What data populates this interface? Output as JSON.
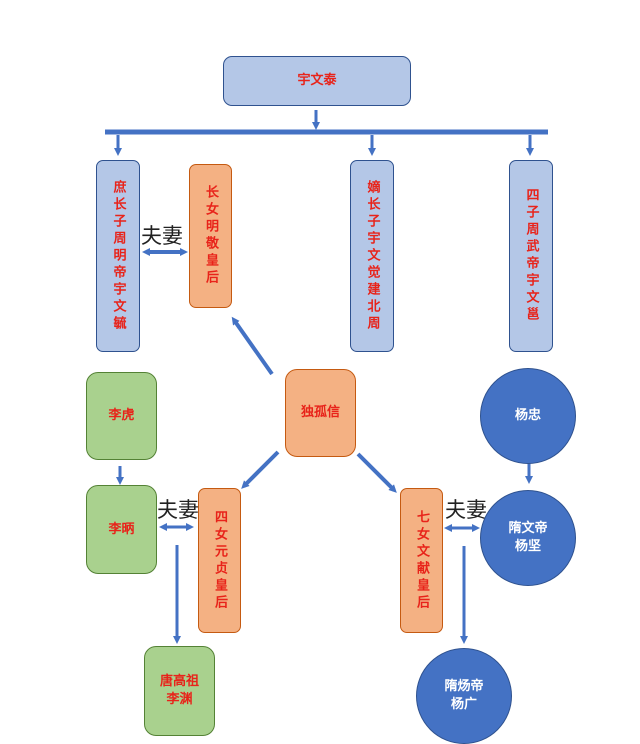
{
  "nodes": {
    "yuwen_tai": "宇文泰",
    "yuwen_yu": "庶长子周明帝宇文毓",
    "empress_mingjing": "长女明敬皇后",
    "yuwen_jue": "嫡长子宇文觉建北周",
    "yuwen_yong": "四子周武帝宇文邕",
    "dugu_xin": "独孤信",
    "li_hu": "李虎",
    "li_bing": "李昞",
    "empress_yuanzhen": "四女元贞皇后",
    "empress_wenxian": "七女文献皇后",
    "yang_zhong": "杨忠",
    "yang_jian_l1": "隋文帝",
    "yang_jian_l2": "杨坚",
    "li_yuan_l1": "唐高祖",
    "li_yuan_l2": "李渊",
    "yang_guang_l1": "隋炀帝",
    "yang_guang_l2": "杨广"
  },
  "relations": {
    "spouse_1": "夫妻",
    "spouse_2": "夫妻",
    "spouse_3": "夫妻"
  },
  "colors": {
    "line": "#4472c4",
    "text": "#e8231a",
    "blue_fill": "#b4c7e7",
    "orange_fill": "#f4b183",
    "green_fill": "#a9d18e",
    "circle_fill": "#4472c4"
  }
}
